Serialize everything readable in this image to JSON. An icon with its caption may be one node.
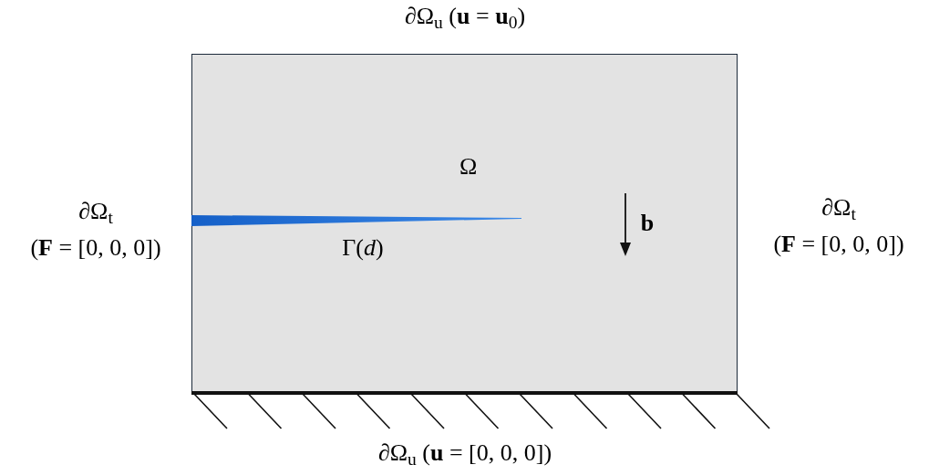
{
  "diagram": {
    "nodes": [
      {
        "text": [
          "Ω"
        ]
      }
    ],
    "edges": [],
    "labels": [
      "∂Ω$_{u}$ (**u** = **u**$_{0}$)",
      "∂Ω$_{t}$",
      "(**F** = [0, 0, 0])",
      "Γ(*d*)",
      "b",
      "∂Ω$_{t}$",
      "(**F** = [0, 0, 0])",
      "∂Ω$_{u}$ (**u** = [0, 0, 0])"
    ]
  }
}
